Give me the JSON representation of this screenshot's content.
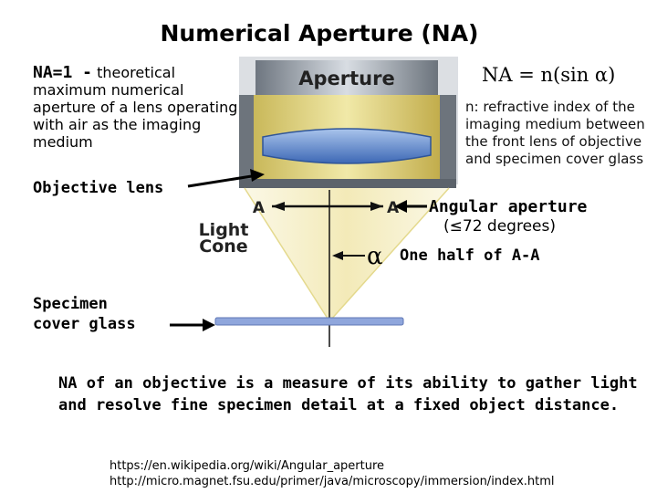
{
  "title": "Numerical Aperture (NA)",
  "na_one": {
    "lead": "NA=1 -",
    "text": "theoretical maximum numerical aperture of a lens operating with air as the imaging medium"
  },
  "formula": "NA = n(sin α)",
  "n_description": "n: refractive index of the imaging medium between the front lens of objective and specimen cover glass",
  "labels": {
    "objective_lens": "Objective lens",
    "angular_aperture": "Angular aperture",
    "angular_aperture_sub": "(≤72 degrees)",
    "alpha_symbol": "α",
    "alpha_desc": "One half of A-A",
    "specimen_line1": "Specimen",
    "specimen_line2": "cover glass"
  },
  "image_labels": {
    "aperture": "Aperture",
    "a_left": "A",
    "a_right": "A",
    "light": "Light",
    "cone": "Cone"
  },
  "statement": "NA of an objective is a measure of its ability to gather light and resolve fine specimen detail at a fixed object distance.",
  "references": [
    "https://en.wikipedia.org/wiki/Angular_aperture",
    "http://micro.magnet.fsu.edu/primer/java/microscopy/immersion/index.html"
  ]
}
